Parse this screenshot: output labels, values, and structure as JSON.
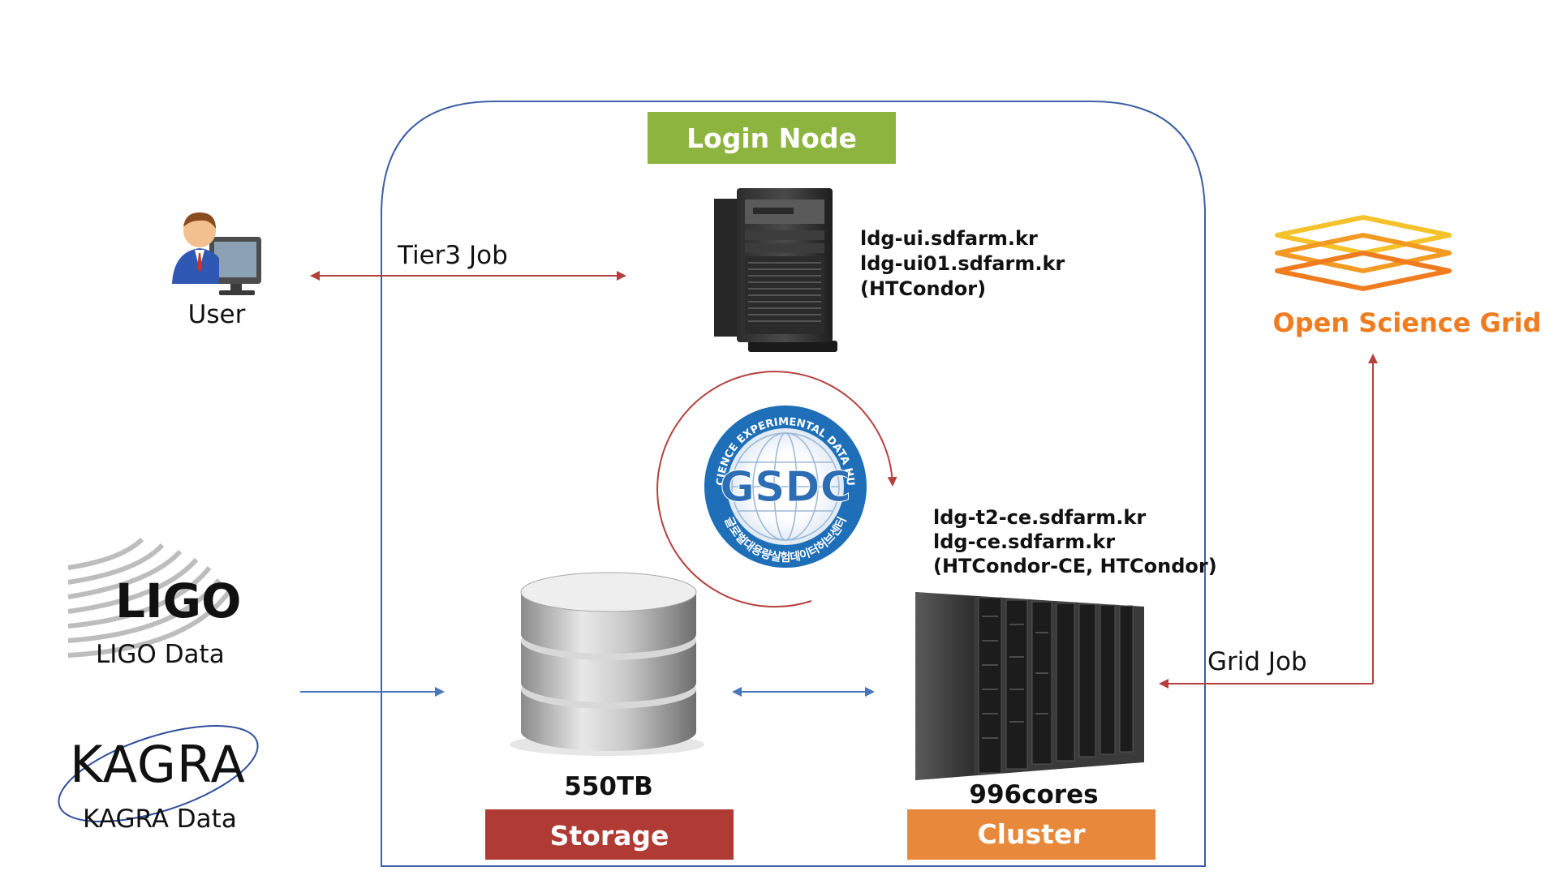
{
  "user": {
    "label": "User"
  },
  "tier3_job": {
    "label": "Tier3 Job"
  },
  "login_node": {
    "badge": "Login Node",
    "hosts": [
      "ldg-ui.sdfarm.kr",
      "ldg-ui01.sdfarm.kr",
      "(HTCondor)"
    ]
  },
  "gsdc_logo": {
    "center_text": "GSDC",
    "ring_text_top": "GLOBAL SCIENCE EXPERIMENTAL DATA HUB CENTER",
    "ring_text_bottom": "글로벌대용량실험데이터허브센터"
  },
  "cluster": {
    "hosts": [
      "ldg-t2-ce.sdfarm.kr",
      "ldg-ce.sdfarm.kr",
      "(HTCondor-CE, HTCondor)"
    ],
    "capacity": "996cores",
    "badge": "Cluster"
  },
  "storage": {
    "capacity": "550TB",
    "badge": "Storage"
  },
  "ligo": {
    "logo_text": "LIGO",
    "label": "LIGO Data"
  },
  "kagra": {
    "logo_text": "KAGRA",
    "label": "KAGRA Data"
  },
  "osg": {
    "label": "Open Science Grid"
  },
  "grid_job": {
    "label": "Grid Job"
  },
  "colors": {
    "login_badge": "#8cb43f",
    "storage_badge": "#b03a34",
    "cluster_badge": "#e8883a",
    "osg_orange": "#f07c1f",
    "arrow_red": "#b5413e",
    "arrow_blue": "#4a76b8",
    "frame_blue": "#3c5fa5",
    "gsdc_blue": "#1f6fb8"
  }
}
